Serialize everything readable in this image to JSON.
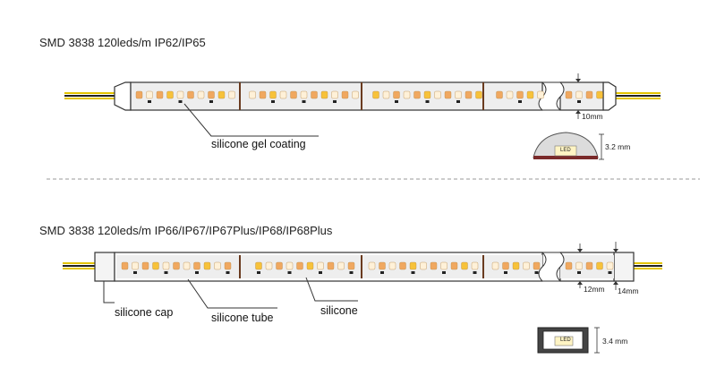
{
  "section1": {
    "title": "SMD 3838  120leds/m IP62/IP65",
    "label_coating": "silicone gel coating",
    "dim_width": "10mm",
    "dim_height": "3.2 mm",
    "led_text": "LED"
  },
  "section2": {
    "title": "SMD 3838  120leds/m IP66/IP67/IP67Plus/IP68/IP68Plus",
    "label_cap": "silicone cap",
    "label_tube": "silicone tube",
    "label_silicone": "silicone",
    "dim_width_inner": "12mm",
    "dim_width_outer": "14mm",
    "dim_height": "3.4 mm",
    "led_text": "LED"
  },
  "colors": {
    "pcb": "#eeeeee",
    "led_warm": "#f0a860",
    "led_cool": "#fff1d8",
    "led_yellow": "#f7c23a",
    "wire_yellow": "#e3c400",
    "wire_dark": "#222222",
    "wire_white": "#f2f2f2",
    "resistor": "#222222",
    "cut_mark": "#6a3b1f",
    "divider": "#999999"
  }
}
